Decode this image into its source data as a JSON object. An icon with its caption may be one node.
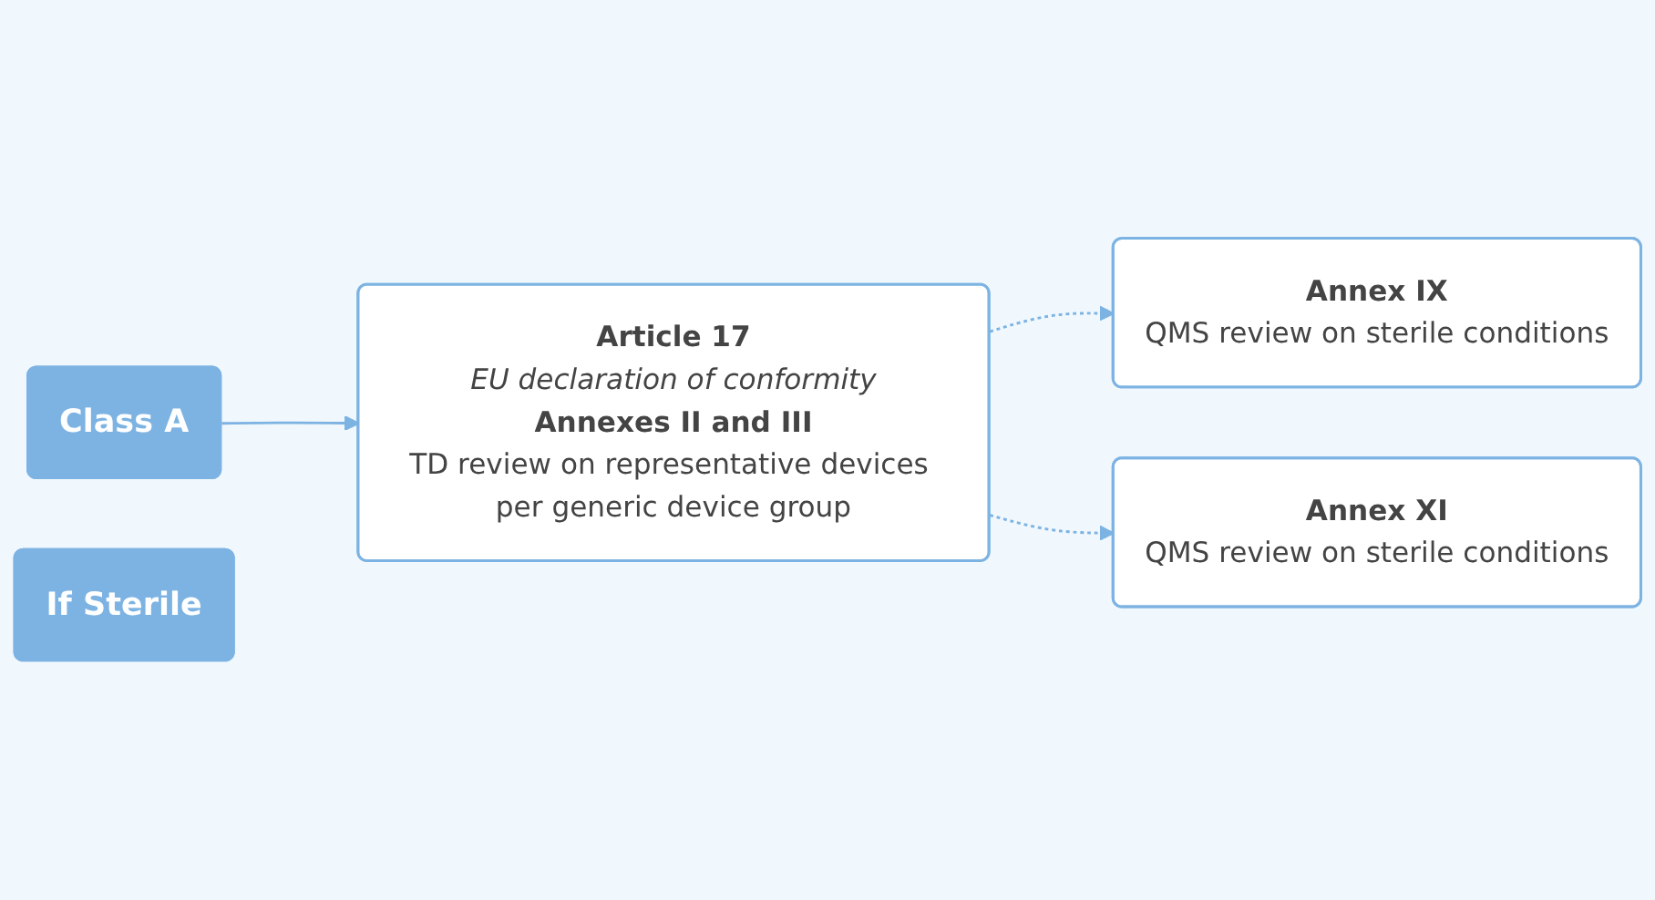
{
  "diagram": {
    "nodes": [
      {
        "text": [
          "Class A"
        ]
      },
      {
        "text": [
          "Article 17",
          "EU declaration of conformity",
          "Annexes II and III",
          "TD review on representative devices per generic device group"
        ]
      },
      {
        "text": [
          "If Sterile"
        ]
      },
      {
        "text": [
          "Annex IX",
          "QMS review on sterile conditions"
        ]
      },
      {
        "text": [
          "Annex XI",
          "QMS review on sterile conditions"
        ]
      }
    ],
    "edges": [
      {
        "from": 0,
        "to": 1,
        "arrow": "to"
      },
      {
        "from": 1,
        "to": 3,
        "arrow": "to",
        "style": "dashed"
      },
      {
        "from": 1,
        "to": 4,
        "arrow": "to",
        "style": "dashed"
      }
    ]
  }
}
